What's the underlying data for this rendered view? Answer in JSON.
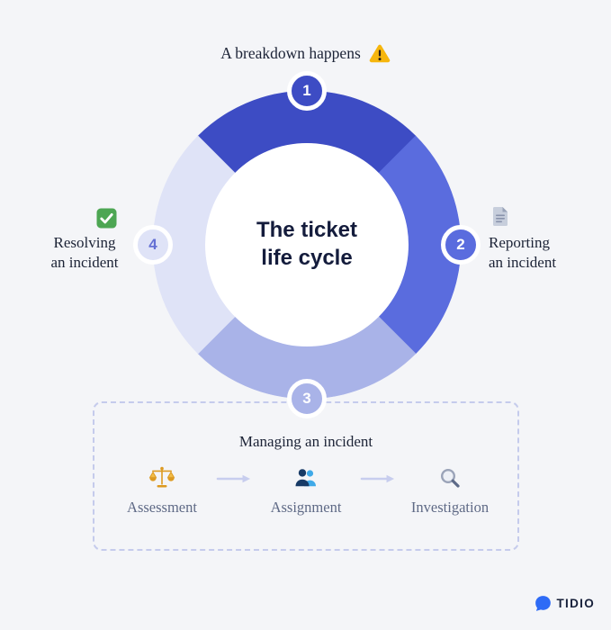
{
  "colors": {
    "background": "#F4F5F8",
    "segment_1": "#3D4CC4",
    "segment_2": "#5A6CDE",
    "segment_3": "#A9B3E8",
    "segment_4": "#DFE3F7",
    "title_text": "#141C3C",
    "muted_label": "#5F6A86",
    "panel_border": "#C5CBEC",
    "warning_yellow": "#F6B60D",
    "success_green": "#4DA653",
    "brand_blue": "#2E6BF6"
  },
  "top_caption": {
    "text": "A breakdown happens",
    "icon": "warning-triangle-icon"
  },
  "cycle": {
    "title_line1": "The ticket",
    "title_line2": "life cycle",
    "steps": [
      {
        "number": "1",
        "label": "A breakdown happens"
      },
      {
        "number": "2",
        "line1": "Reporting",
        "line2": "an incident",
        "icon": "document-icon"
      },
      {
        "number": "3",
        "label": "Managing an incident"
      },
      {
        "number": "4",
        "line1": "Resolving",
        "line2": "an incident",
        "icon": "check-icon"
      }
    ]
  },
  "managing_panel": {
    "title": "Managing an incident",
    "items": [
      {
        "label": "Assessment",
        "icon": "scales-icon"
      },
      {
        "label": "Assignment",
        "icon": "people-icon"
      },
      {
        "label": "Investigation",
        "icon": "magnifier-icon"
      }
    ]
  },
  "footer": {
    "brand": "TIDIO"
  }
}
